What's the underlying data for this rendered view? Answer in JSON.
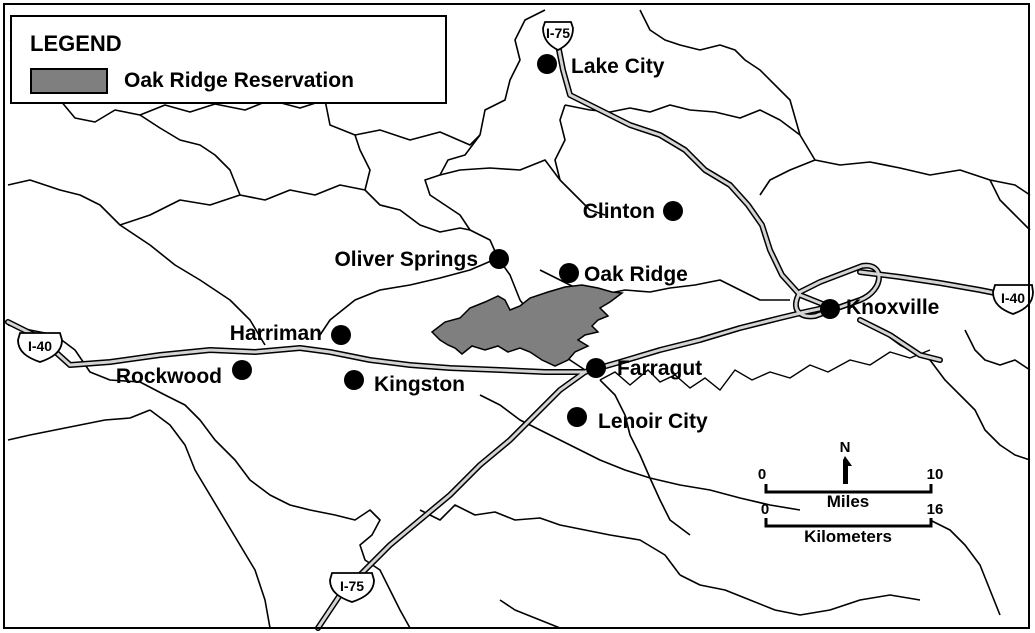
{
  "legend": {
    "title": "LEGEND",
    "items": [
      {
        "label": "Oak Ridge Reservation",
        "color": "#7f7f7f"
      }
    ]
  },
  "cities": [
    {
      "id": "lake-city",
      "name": "Lake City"
    },
    {
      "id": "clinton",
      "name": "Clinton"
    },
    {
      "id": "oliver-springs",
      "name": "Oliver Springs"
    },
    {
      "id": "oak-ridge",
      "name": "Oak Ridge"
    },
    {
      "id": "knoxville",
      "name": "Knoxville"
    },
    {
      "id": "harriman",
      "name": "Harriman"
    },
    {
      "id": "rockwood",
      "name": "Rockwood"
    },
    {
      "id": "kingston",
      "name": "Kingston"
    },
    {
      "id": "farragut",
      "name": "Farragut"
    },
    {
      "id": "lenoir-city",
      "name": "Lenoir City"
    }
  ],
  "highways": {
    "i75_north": "I-75",
    "i75_south": "I-75",
    "i40_west": "I-40",
    "i40_east": "I-40"
  },
  "scale": {
    "north": "N",
    "miles_start": "0",
    "miles_end": "10",
    "miles_label": "Miles",
    "km_start": "0",
    "km_end": "16",
    "km_label": "Kilometers"
  },
  "colors": {
    "reservation": "#7f7f7f",
    "boundary": "#000000",
    "highway_fill": "#d4d4d4"
  }
}
